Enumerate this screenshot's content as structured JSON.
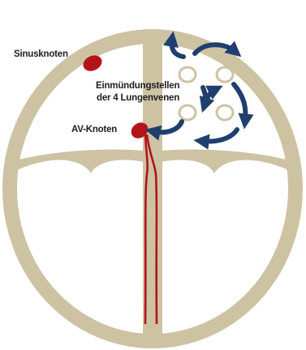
{
  "labels": {
    "sinus_node": "Sinusknoten",
    "pulmonary_vein_openings_line1": "Einmündungstellen",
    "pulmonary_vein_openings_line2": "der 4 Lungenvenen",
    "av_node": "AV-Knoten"
  },
  "colors": {
    "heart_wall": "#cdc3a3",
    "node": "#b3141a",
    "conduction_path": "#b3141a",
    "arrows": "#1f3f6e",
    "vein_openings_fill": "#ffffff",
    "background": "#ffffff"
  }
}
